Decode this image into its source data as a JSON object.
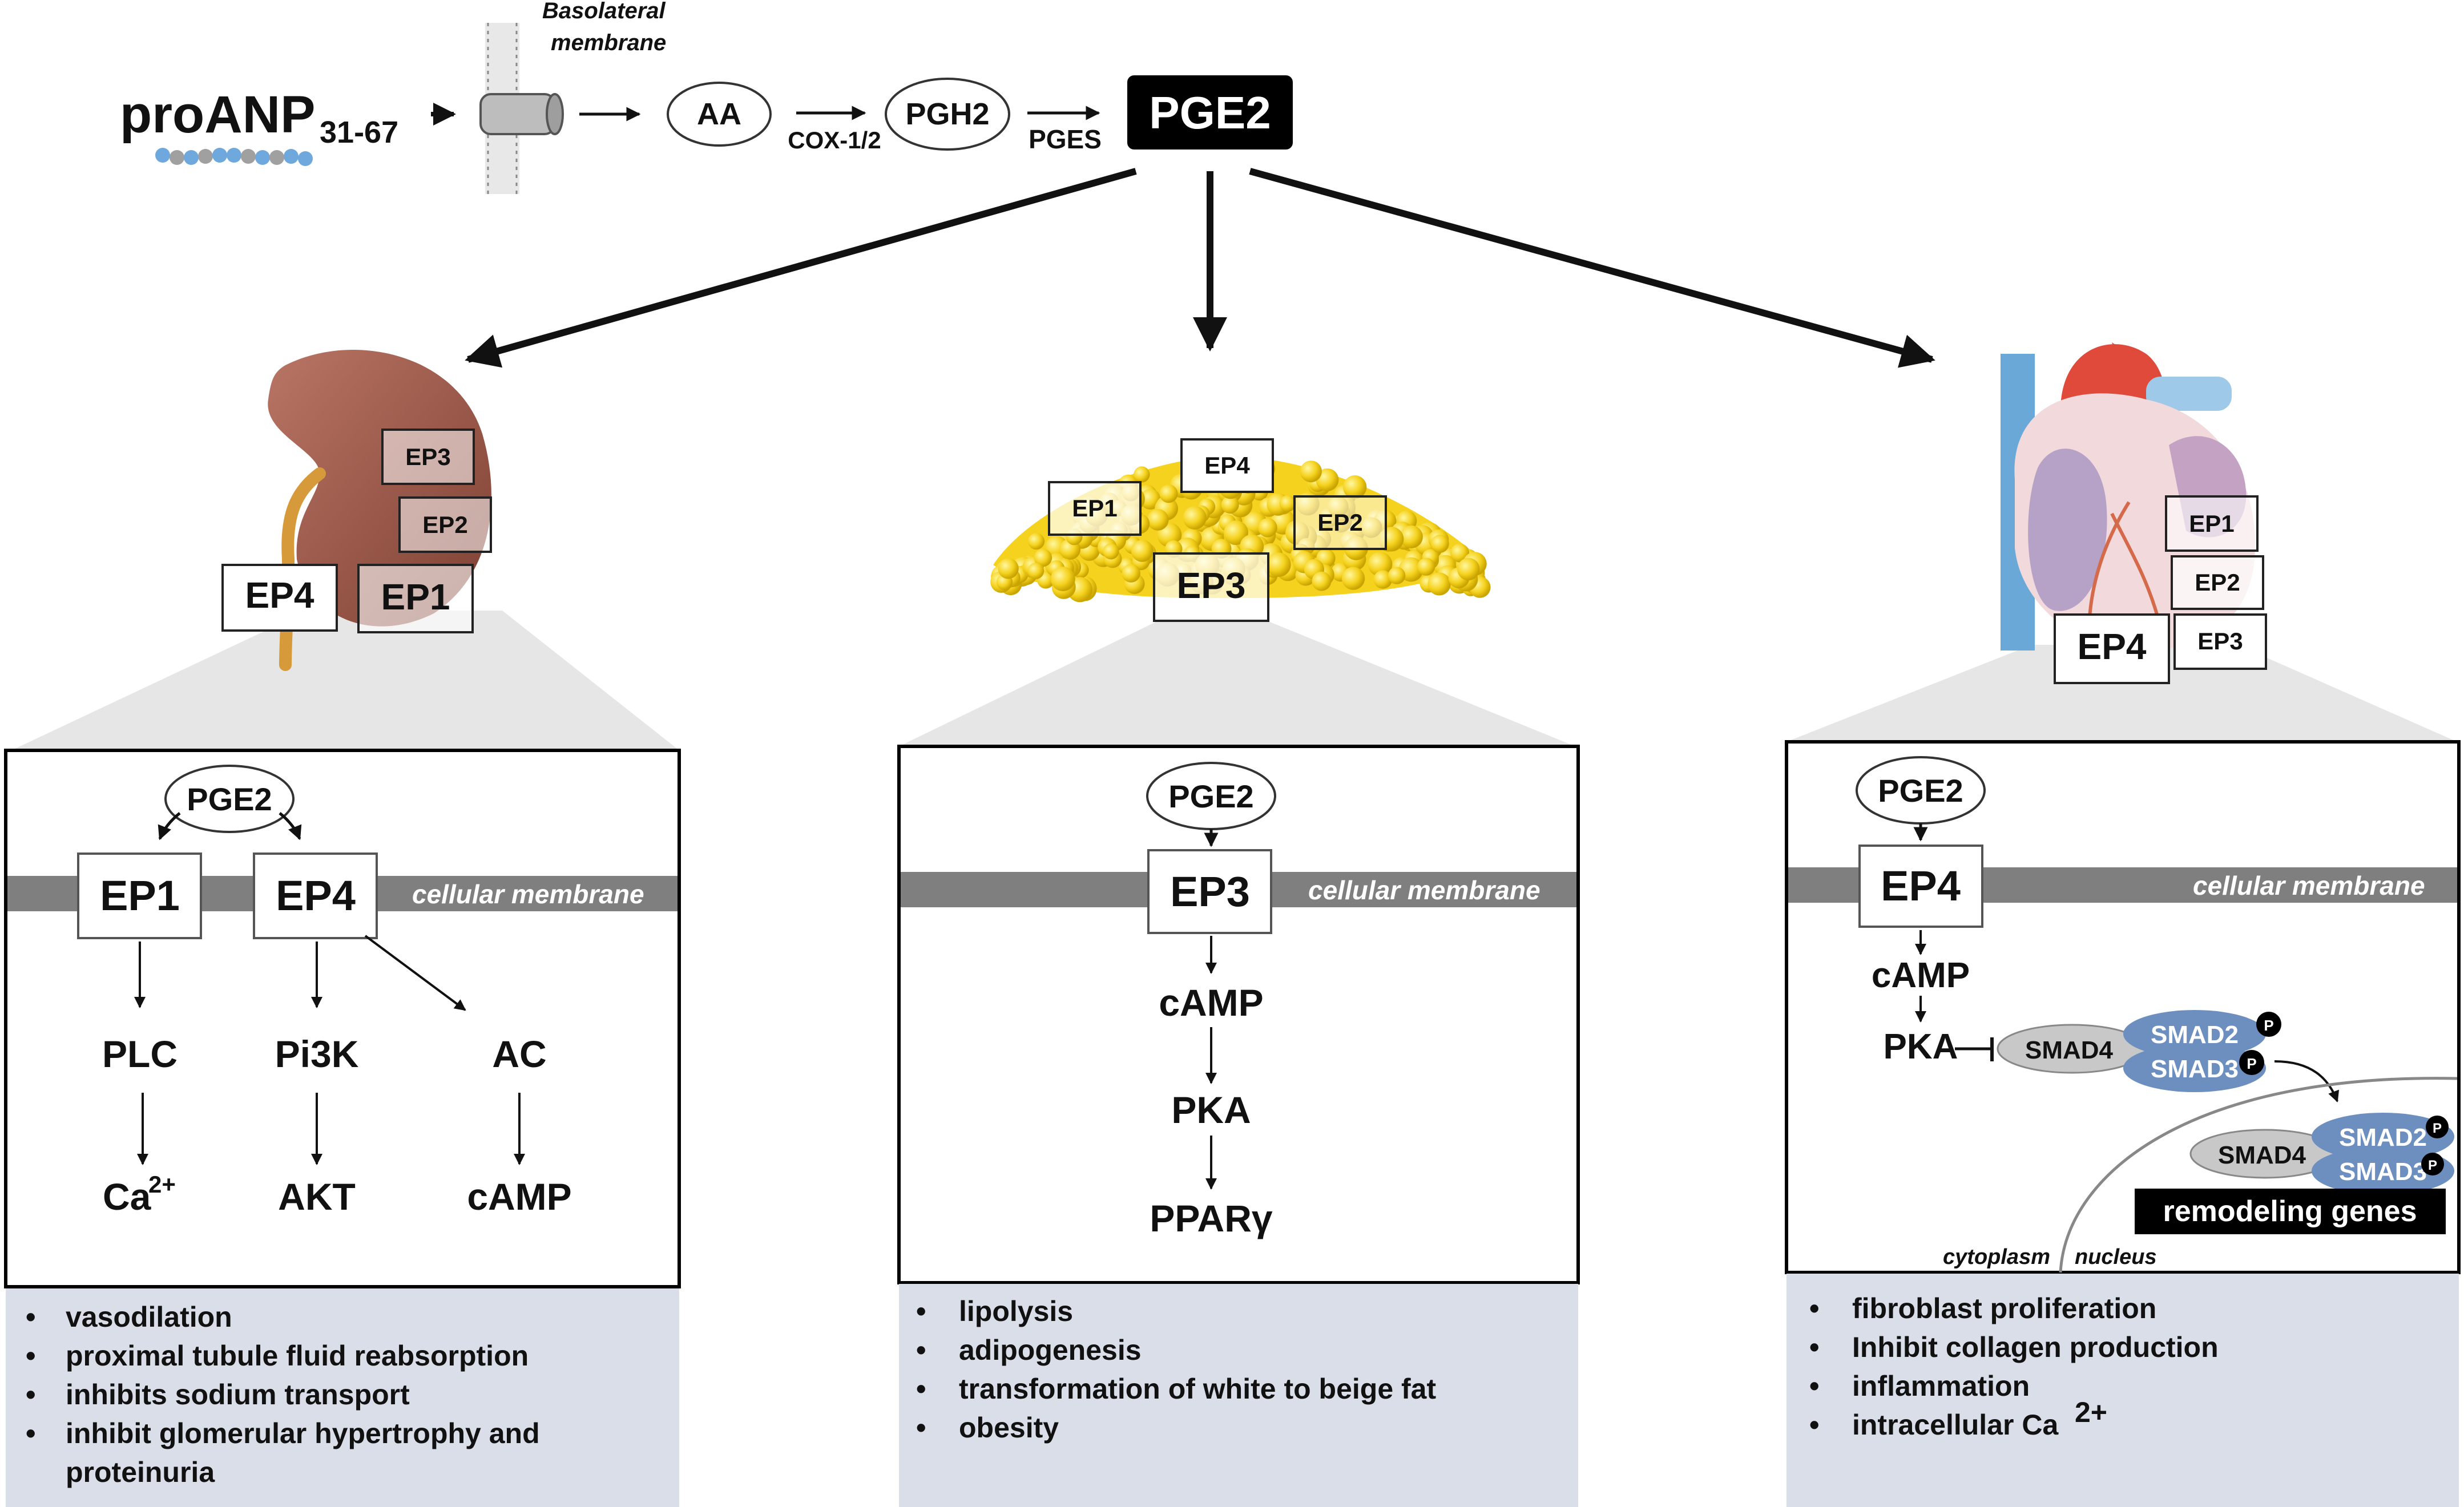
{
  "top": {
    "proanp_main": "proANP",
    "proanp_sub": "31-67",
    "basolateral_line1": "Basolateral",
    "basolateral_line2": "membrane",
    "aa": "AA",
    "cox": "COX-1/2",
    "pgh2": "PGH2",
    "pges": "PGES",
    "pge2": "PGE2"
  },
  "kidney": {
    "receptor_labels": [
      "EP3",
      "EP2",
      "EP4",
      "EP1"
    ],
    "pge2": "PGE2",
    "ep1": "EP1",
    "ep4": "EP4",
    "membrane": "cellular membrane",
    "plc": "PLC",
    "pi3k": "Pi3K",
    "ac": "AC",
    "ca_base": "Ca",
    "ca_sup": "2+",
    "akt": "AKT",
    "camp": "cAMP",
    "effects": [
      "vasodilation",
      "proximal tubule fluid reabsorption",
      "inhibits sodium transport",
      "inhibit glomerular hypertrophy and",
      "proteinuria"
    ]
  },
  "fat": {
    "receptor_labels": [
      "EP4",
      "EP1",
      "EP2",
      "EP3"
    ],
    "pge2": "PGE2",
    "ep3": "EP3",
    "membrane": "cellular membrane",
    "camp": "cAMP",
    "pka": "PKA",
    "ppar": "PPARγ",
    "effects": [
      "lipolysis",
      "adipogenesis",
      "transformation of white to beige fat",
      "obesity"
    ]
  },
  "heart": {
    "receptor_labels": [
      "EP1",
      "EP2",
      "EP4",
      "EP3"
    ],
    "pge2": "PGE2",
    "ep4": "EP4",
    "membrane": "cellular membrane",
    "camp": "cAMP",
    "pka": "PKA",
    "smad4": "SMAD4",
    "smad2": "SMAD2",
    "smad3": "SMAD3",
    "p": "P",
    "remodeling": "remodeling genes",
    "cytoplasm": "cytoplasm",
    "nucleus": "nucleus",
    "effects": [
      "fibroblast proliferation",
      "Inhibit collagen production",
      "inflammation",
      "intracellular Ca"
    ],
    "effect_sup": "2+"
  },
  "colors": {
    "membrane_band": "#7f7f7f",
    "effects_bg": "#d9dee8",
    "smad_blue": "#6d8fc0",
    "smad4_gray": "#c8c8c8",
    "kidney": "#9a5a4a",
    "fat": "#f5d21e",
    "heart_red": "#e04a3a",
    "heart_blue": "#6aa8d8"
  }
}
